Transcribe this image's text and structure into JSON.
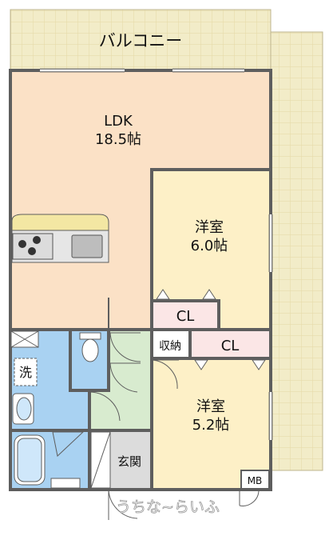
{
  "rooms": {
    "balcony": "バルコニー",
    "ldk_name": "LDK",
    "ldk_size": "18.5帖",
    "western1_name": "洋室",
    "western1_size": "6.0帖",
    "western2_name": "洋室",
    "western2_size": "5.2帖",
    "closet1": "CL",
    "closet2": "CL",
    "storage": "収納",
    "laundry": "洗",
    "entrance": "玄関",
    "meter_box": "MB"
  },
  "watermark": "うちな~らいふ",
  "colors": {
    "balcony": "#f2ecc8",
    "ldk": "#fbe1c6",
    "western": "#fdf0c7",
    "closet": "#fbe6e6",
    "bath": "#a9d2f2",
    "entrance": "#dcdcdc",
    "hall": "#d8ebcf",
    "wall": "#5e5e5e"
  }
}
